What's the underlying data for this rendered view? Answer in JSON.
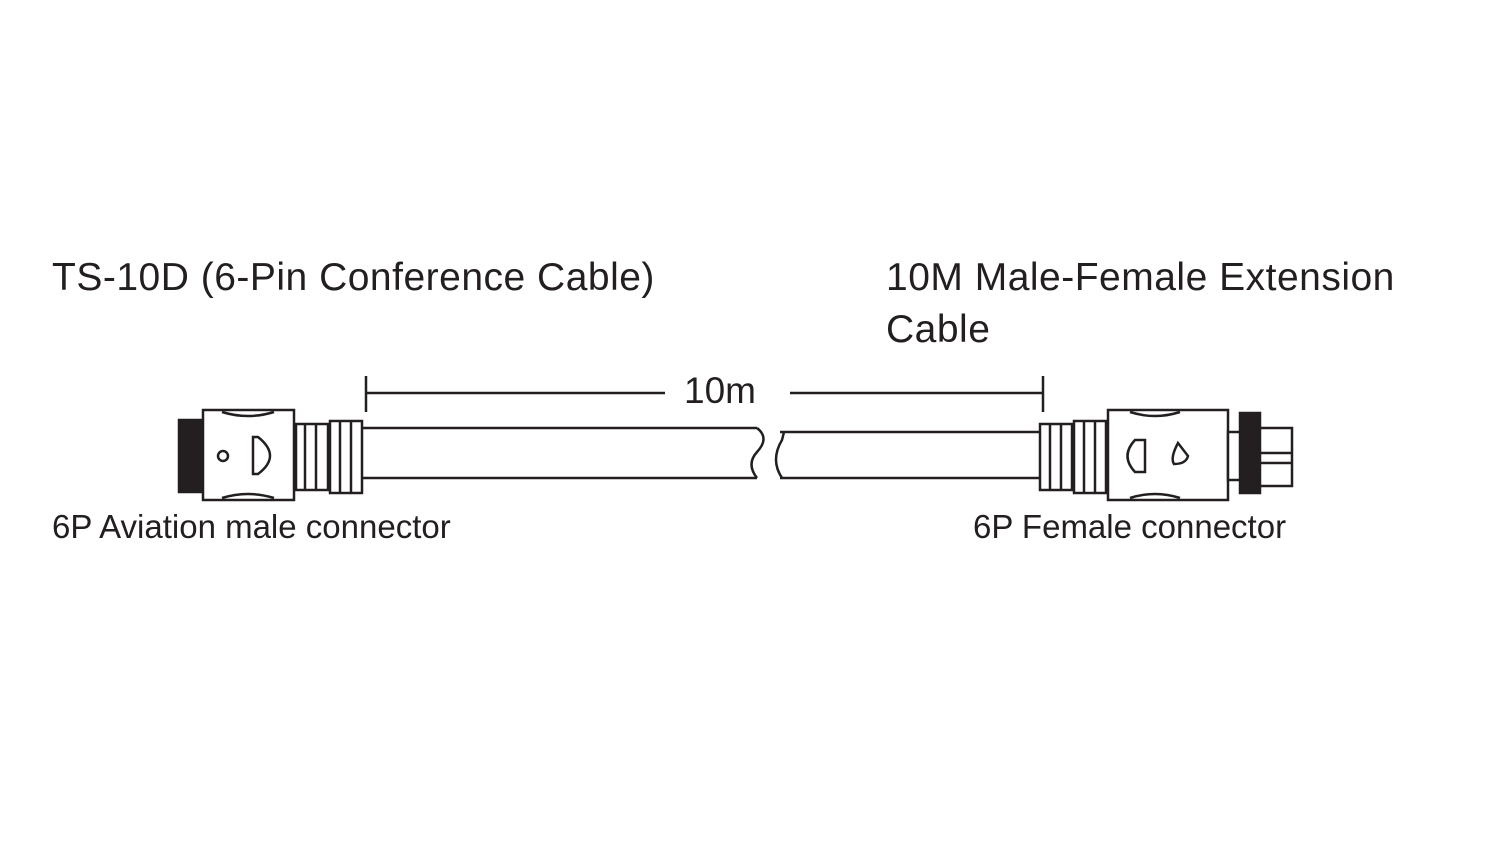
{
  "titles": {
    "left": "TS-10D (6-Pin Conference Cable)",
    "right_line1": "10M Male-Female Extension",
    "right_line2": "Cable"
  },
  "dimension": {
    "label": "10m"
  },
  "labels": {
    "left_connector": "6P Aviation male connector",
    "right_connector": "6P Female connector"
  },
  "colors": {
    "line": "#231f20",
    "cap": "#231f20"
  }
}
